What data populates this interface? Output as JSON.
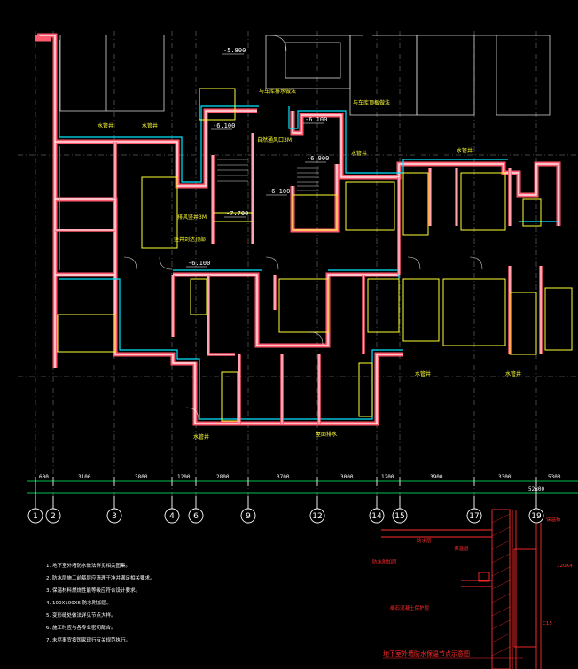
{
  "colors": {
    "background": "#000000",
    "wall": "#ff5a6e",
    "wall_fill": "#ffffff",
    "insulation": "#00e5ff",
    "partition": "#ffff33",
    "grid": "#ffffff",
    "annotation": "#ffff33",
    "dimension": "#00ff66",
    "detail": "#ff2b2b"
  },
  "plan": {
    "elevations": [
      "-5.800",
      "-6.100",
      "-6.100",
      "-6.900",
      "-6.100",
      "-7.700",
      "-6.100"
    ],
    "short_labels": [
      "水管井",
      "水管井",
      "水管井",
      "水管井",
      "水管井",
      "水管井",
      "水管井"
    ],
    "callouts": [
      "与车库排水做法",
      "与车库顶板做法",
      "自然通风口3M",
      "屋面排水",
      "排风竖井3M",
      "竖井到达顶部"
    ]
  },
  "dimensions": {
    "segments": [
      "600",
      "3100",
      "3800",
      "1200",
      "2800",
      "3700",
      "3000",
      "1200",
      "3900",
      "3300",
      "5300"
    ],
    "total": "52800"
  },
  "axes": [
    "1",
    "2",
    "3",
    "4",
    "6",
    "9",
    "12",
    "14",
    "15",
    "17",
    "19"
  ],
  "notes": [
    "1. 地下室外墙防水做法详见相关图集。",
    "2. 防水层施工前基层应清理干净并满足相关要求。",
    "3. 保温材料燃烧性能等级应符合设计要求。",
    "4. 100X100X6 防水附加层。",
    "5. 变形缝处做法详见节点大样。",
    "6. 施工时应与各专业密切配合。",
    "7. 未尽事宜按国家现行有关规范执行。"
  ],
  "detail": {
    "title": "地下室外墙防水保温节点示意图",
    "labels": [
      "防水层",
      "保温层",
      "120X4",
      "防水附加层",
      "保温板",
      "细石混凝土保护层",
      "C15"
    ]
  }
}
